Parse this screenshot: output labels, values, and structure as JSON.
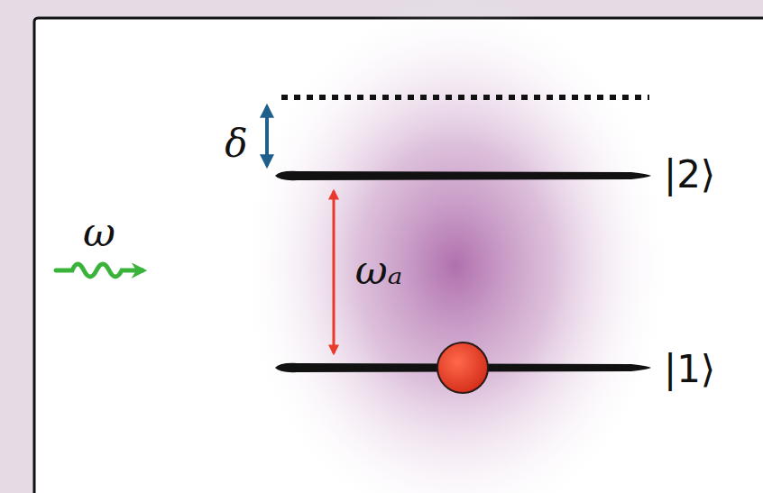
{
  "diagram": {
    "labels": [
      "δ",
      "ω",
      "ωₐ",
      "|2⟩",
      "|1⟩"
    ]
  }
}
